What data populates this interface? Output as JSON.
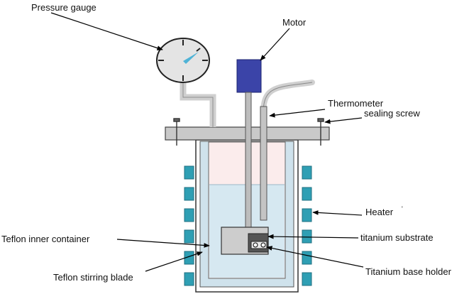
{
  "labels": {
    "pressure_gauge": "Pressure gauge",
    "motor": "Motor",
    "thermometer": "Thermometer",
    "sealing_screw": "sealing screw",
    "heater": "Heater",
    "heater_mark": "'",
    "teflon_inner_container": "Teflon inner container",
    "titanium_substrate": "titanium substrate",
    "teflon_stirring_blade": "Teflon stirring blade",
    "titanium_base_holder": "Titanium base holder"
  },
  "colors": {
    "heater_block": "#2f9fb4",
    "heater_block_edge": "#1f6f80",
    "motor": "#3b44a8",
    "liquid": "#d6e8f1",
    "inner_fill": "#fbecec",
    "teflon_liner": "#cfe2ec",
    "steel": "#c9c9c9",
    "gauge_face": "#e4e4e4",
    "gauge_needle": "#4fb3d6"
  }
}
